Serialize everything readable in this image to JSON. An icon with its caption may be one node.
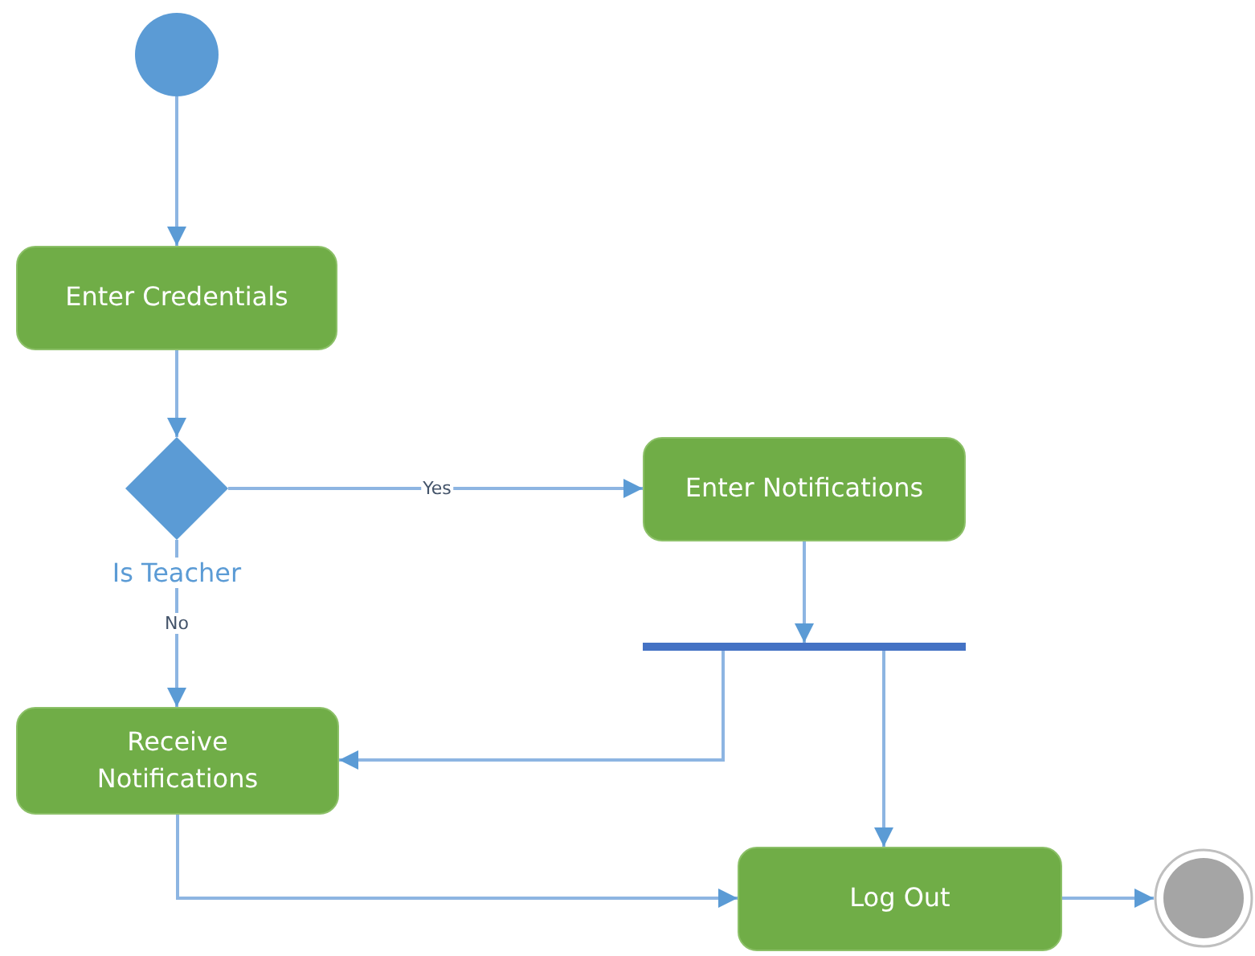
{
  "diagram": {
    "nodes": [
      {
        "text": [],
        "shape": "circle"
      },
      {
        "text": [
          "Enter Credentials"
        ]
      },
      {
        "text": [
          "Is Teacher"
        ]
      },
      {
        "text": [
          "Enter Notifications"
        ]
      },
      {
        "text": [],
        "shape": "bar"
      },
      {
        "text": [
          "Receive Notifications"
        ]
      },
      {
        "text": [
          "Log Out"
        ]
      },
      {
        "text": [],
        "shape": "circle"
      }
    ],
    "edges": [
      {
        "from": 0,
        "to": 1,
        "arrow": "to"
      },
      {
        "from": 1,
        "to": 2,
        "arrow": "to"
      },
      {
        "from": 2,
        "to": 3,
        "arrow": "to",
        "label": "Yes"
      },
      {
        "from": 2,
        "to": 5,
        "arrow": "to",
        "label": "No"
      },
      {
        "from": 3,
        "to": 4,
        "arrow": "to"
      },
      {
        "from": 4,
        "to": 5,
        "arrow": "to"
      },
      {
        "from": 4,
        "to": 6,
        "arrow": "to"
      },
      {
        "from": 5,
        "to": 6,
        "arrow": "to"
      },
      {
        "from": 6,
        "to": 7,
        "arrow": "to"
      }
    ]
  }
}
